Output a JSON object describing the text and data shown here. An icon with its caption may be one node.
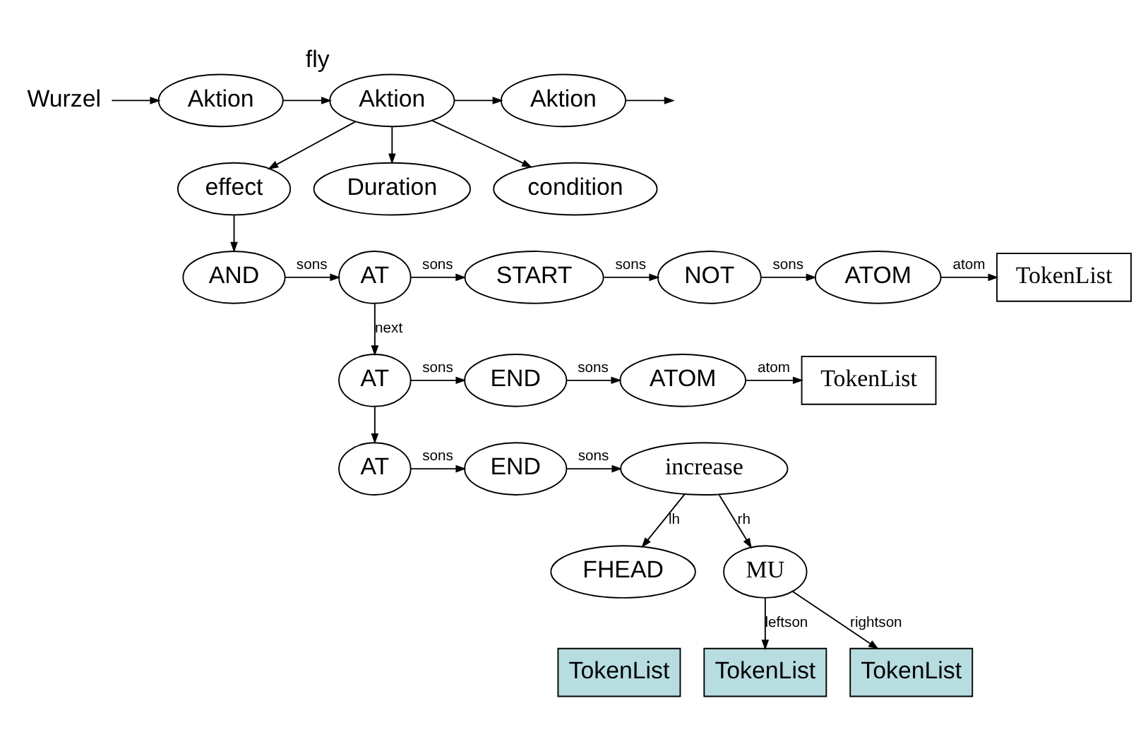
{
  "diagram": {
    "nodes": [
      {
        "text": [
          "Wurzel"
        ]
      },
      {
        "text": [
          "Aktion"
        ]
      },
      {
        "text": [
          "Aktion"
        ],
        "beside": [
          "fly"
        ]
      },
      {
        "text": [
          "Aktion"
        ]
      },
      {
        "text": [
          "effect"
        ]
      },
      {
        "text": [
          "Duration"
        ]
      },
      {
        "text": [
          "condition"
        ]
      },
      {
        "text": [
          "AND"
        ]
      },
      {
        "text": [
          "AT"
        ]
      },
      {
        "text": [
          "START"
        ]
      },
      {
        "text": [
          "NOT"
        ]
      },
      {
        "text": [
          "ATOM"
        ]
      },
      {
        "text": [
          "TokenList"
        ]
      },
      {
        "text": [
          "AT"
        ]
      },
      {
        "text": [
          "END"
        ]
      },
      {
        "text": [
          "ATOM"
        ]
      },
      {
        "text": [
          "TokenList"
        ]
      },
      {
        "text": [
          "AT"
        ]
      },
      {
        "text": [
          "END"
        ]
      },
      {
        "text": [
          "increase"
        ]
      },
      {
        "text": [
          "FHEAD"
        ]
      },
      {
        "text": [
          "TokenList"
        ]
      },
      {
        "text": [
          "MU"
        ]
      },
      {
        "text": [
          "TokenList"
        ]
      },
      {
        "text": [
          "TokenList"
        ]
      }
    ],
    "edges": [
      {
        "from": 0,
        "to": 1,
        "arrow": "to"
      },
      {
        "from": 1,
        "to": 2,
        "arrow": "to"
      },
      {
        "from": 2,
        "to": 3,
        "arrow": "to"
      },
      {
        "from": 3,
        "to": null,
        "arrow": "to"
      },
      {
        "from": 2,
        "to": 4,
        "arrow": "to"
      },
      {
        "from": 2,
        "to": 5,
        "arrow": "to"
      },
      {
        "from": 2,
        "to": 6,
        "arrow": "to"
      },
      {
        "from": 4,
        "to": 7,
        "arrow": "to"
      },
      {
        "from": 7,
        "to": 8,
        "arrow": "to",
        "label": "sons"
      },
      {
        "from": 8,
        "to": 9,
        "arrow": "to",
        "label": "sons"
      },
      {
        "from": 9,
        "to": 10,
        "arrow": "to",
        "label": "sons"
      },
      {
        "from": 10,
        "to": 11,
        "arrow": "to",
        "label": "sons"
      },
      {
        "from": 11,
        "to": 12,
        "arrow": "to",
        "label": "atom"
      },
      {
        "from": 8,
        "to": 13,
        "arrow": "to",
        "label": "next"
      },
      {
        "from": 13,
        "to": 14,
        "arrow": "to",
        "label": "sons"
      },
      {
        "from": 14,
        "to": 15,
        "arrow": "to",
        "label": "sons"
      },
      {
        "from": 15,
        "to": 16,
        "arrow": "to",
        "label": "atom"
      },
      {
        "from": 13,
        "to": 17,
        "arrow": "to"
      },
      {
        "from": 17,
        "to": 18,
        "arrow": "to",
        "label": "sons"
      },
      {
        "from": 18,
        "to": 19,
        "arrow": "to",
        "label": "sons"
      },
      {
        "from": 19,
        "to": 20,
        "arrow": "to",
        "label": "lh"
      },
      {
        "from": 19,
        "to": 22,
        "arrow": "to",
        "label": "rh"
      },
      {
        "from": 22,
        "to": 23,
        "arrow": "to",
        "label": "leftson"
      },
      {
        "from": 22,
        "to": 24,
        "arrow": "to",
        "label": "rightson"
      }
    ]
  }
}
